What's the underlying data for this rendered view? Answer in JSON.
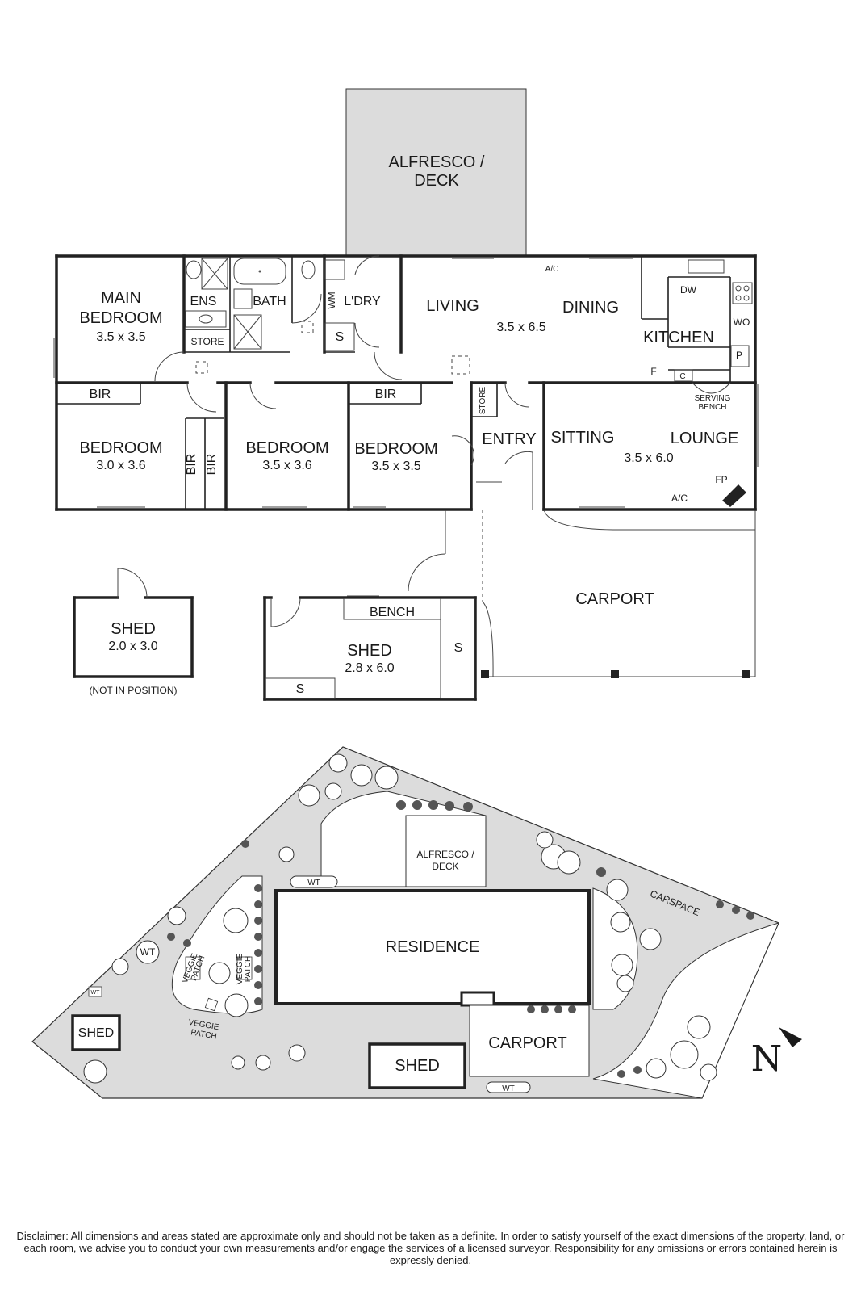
{
  "floor_plan": {
    "rooms": {
      "alfresco": "ALFRESCO /",
      "alfresco_2": "DECK",
      "main_bedroom": "MAIN",
      "main_bedroom_2": "BEDROOM",
      "main_bedroom_dim": "3.5 x 3.5",
      "ens": "ENS",
      "bath": "BATH",
      "wm": "WM",
      "laundry": "L'DRY",
      "store_ens": "STORE",
      "s_laundry": "S",
      "living": "LIVING",
      "dining": "DINING",
      "living_dim": "3.5 x 6.5",
      "ac_top": "A/C",
      "kitchen": "KITCHEN",
      "dw": "DW",
      "wo": "WO",
      "p": "P",
      "f": "F",
      "c": "C",
      "serving": "SERVING",
      "serving_2": "BENCH",
      "bir_1": "BIR",
      "bir_2": "BIR",
      "bir_3": "BIR",
      "bir_4": "BIR",
      "bedroom_1": "BEDROOM",
      "bedroom_1_dim": "3.0 x 3.6",
      "bedroom_2": "BEDROOM",
      "bedroom_2_dim": "3.5 x 3.6",
      "bedroom_3": "BEDROOM",
      "bedroom_3_dim": "3.5 x 3.5",
      "store_entry": "STORE",
      "entry": "ENTRY",
      "sitting": "SITTING",
      "lounge": "LOUNGE",
      "lounge_dim": "3.5 x 6.0",
      "fp": "FP",
      "ac_bottom": "A/C",
      "carport": "CARPORT",
      "shed_small": "SHED",
      "shed_small_dim": "2.0 x 3.0",
      "not_in_position": "(NOT IN POSITION)",
      "bench": "BENCH",
      "shed_large": "SHED",
      "shed_large_dim": "2.8 x 6.0",
      "s_shed_right": "S",
      "s_shed_bottom": "S"
    }
  },
  "site_plan": {
    "alfresco": "ALFRESCO /",
    "alfresco_2": "DECK",
    "wt_top": "WT",
    "wt_circle": "WT",
    "wt_small": "WT",
    "residence": "RESIDENCE",
    "carspace": "CARSPACE",
    "veggie_1": "VEGGIE",
    "veggie_1b": "PATCH",
    "veggie_2": "VEGGIE",
    "veggie_2b": "PATCH",
    "veggie_3": "VEGGIE",
    "veggie_3b": "PATCH",
    "shed_left": "SHED",
    "shed_mid": "SHED",
    "carport": "CARPORT",
    "wt_bottom": "WT",
    "north": "N"
  },
  "disclaimer": "Disclaimer: All dimensions and areas stated are approximate only and should not be taken as a definite. In order to satisfy yourself of the exact dimensions of the property, land, or each room, we advise you to conduct your own measurements and/or engage the services of a licensed surveyor. Responsibility for any omissions or errors contained herein is expressly denied."
}
